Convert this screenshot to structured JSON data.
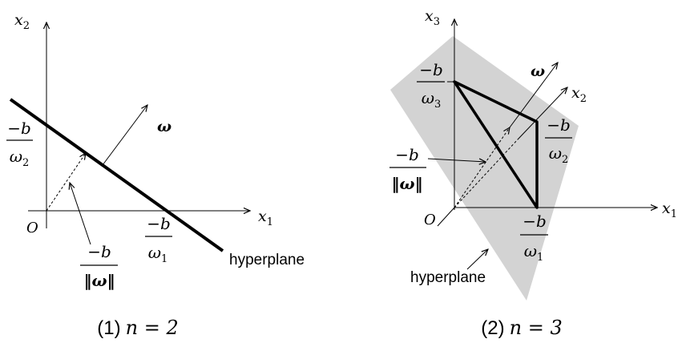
{
  "left": {
    "axis_x": "x",
    "axis_x_sub": "1",
    "axis_y": "x",
    "axis_y_sub": "2",
    "origin": "O",
    "normal_vector": "ω",
    "intercept_y_num": "−b",
    "intercept_y_den": "ω",
    "intercept_y_den_sub": "2",
    "intercept_x_num": "−b",
    "intercept_x_den": "ω",
    "intercept_x_den_sub": "1",
    "distance_num": "−b",
    "distance_den": "‖ω‖",
    "plane_label": "hyperplane",
    "caption_prefix": "(1)",
    "caption_math": "n = 2"
  },
  "right": {
    "axis_x": "x",
    "axis_x_sub": "1",
    "axis_y": "x",
    "axis_y_sub": "2",
    "axis_z": "x",
    "axis_z_sub": "3",
    "origin": "O",
    "normal_vector": "ω",
    "intercept_z_num": "−b",
    "intercept_z_den": "ω",
    "intercept_z_den_sub": "3",
    "intercept_y_num": "−b",
    "intercept_y_den": "ω",
    "intercept_y_den_sub": "2",
    "intercept_x_num": "−b",
    "intercept_x_den": "ω",
    "intercept_x_den_sub": "1",
    "distance_num": "−b",
    "distance_den": "‖ω‖",
    "plane_label": "hyperplane",
    "caption_prefix": "(2)",
    "caption_math": "n = 3"
  },
  "colors": {
    "plane_fill": "#d3d3d3",
    "ink": "#000000"
  }
}
